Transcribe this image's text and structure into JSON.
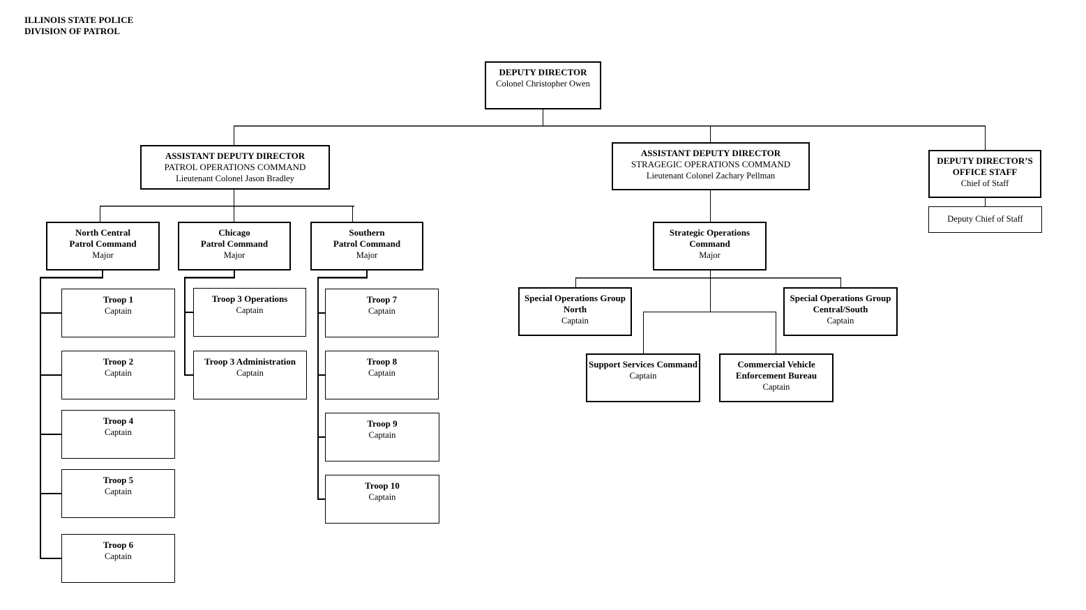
{
  "page": {
    "background": "#ffffff",
    "line_color": "#000000",
    "box_border_color": "#000000"
  },
  "header": {
    "title": "ILLINOIS STATE POLICE\nDIVISION OF PATROL"
  },
  "nodes": {
    "deputy_director": {
      "title": "DEPUTY DIRECTOR",
      "subtitle": "Colonel Christopher Owen"
    },
    "add_patrol": {
      "title": "ASSISTANT DEPUTY DIRECTOR",
      "line2": "PATROL OPERATIONS COMMAND",
      "subtitle": "Lieutenant Colonel Jason Bradley"
    },
    "add_strategic": {
      "title": "ASSISTANT DEPUTY DIRECTOR",
      "line2": "STRAGEGIC OPERATIONS COMMAND",
      "subtitle": "Lieutenant Colonel Zachary Pellman"
    },
    "office_staff": {
      "title": "DEPUTY DIRECTOR’S\nOFFICE STAFF",
      "subtitle": "Chief of Staff"
    },
    "deputy_chief": {
      "subtitle": "Deputy Chief of Staff"
    },
    "north_central": {
      "title": "North Central\nPatrol Command",
      "subtitle": "Major"
    },
    "chicago": {
      "title": "Chicago\nPatrol Command",
      "subtitle": "Major"
    },
    "southern": {
      "title": "Southern\nPatrol Command",
      "subtitle": "Major"
    },
    "strategic_ops": {
      "title": "Strategic Operations\nCommand",
      "subtitle": "Major"
    },
    "troop1": {
      "title": "Troop 1",
      "subtitle": "Captain"
    },
    "troop2": {
      "title": "Troop 2",
      "subtitle": "Captain"
    },
    "troop4": {
      "title": "Troop 4",
      "subtitle": "Captain"
    },
    "troop5": {
      "title": "Troop 5",
      "subtitle": "Captain"
    },
    "troop6": {
      "title": "Troop 6",
      "subtitle": "Captain"
    },
    "troop3_ops": {
      "title": "Troop 3 Operations",
      "subtitle": "Captain"
    },
    "troop3_admin": {
      "title": "Troop 3 Administration",
      "subtitle": "Captain"
    },
    "troop7": {
      "title": "Troop 7",
      "subtitle": "Captain"
    },
    "troop8": {
      "title": "Troop 8",
      "subtitle": "Captain"
    },
    "troop9": {
      "title": "Troop 9",
      "subtitle": "Captain"
    },
    "troop10": {
      "title": "Troop 10",
      "subtitle": "Captain"
    },
    "sog_north": {
      "title": "Special Operations Group\nNorth",
      "subtitle": "Captain"
    },
    "sog_central_south": {
      "title": "Special Operations Group\nCentral/South",
      "subtitle": "Captain"
    },
    "support_services": {
      "title": "Support Services Command",
      "subtitle": "Captain"
    },
    "cveb": {
      "title": "Commercial Vehicle\nEnforcement Bureau",
      "subtitle": "Captain"
    }
  }
}
